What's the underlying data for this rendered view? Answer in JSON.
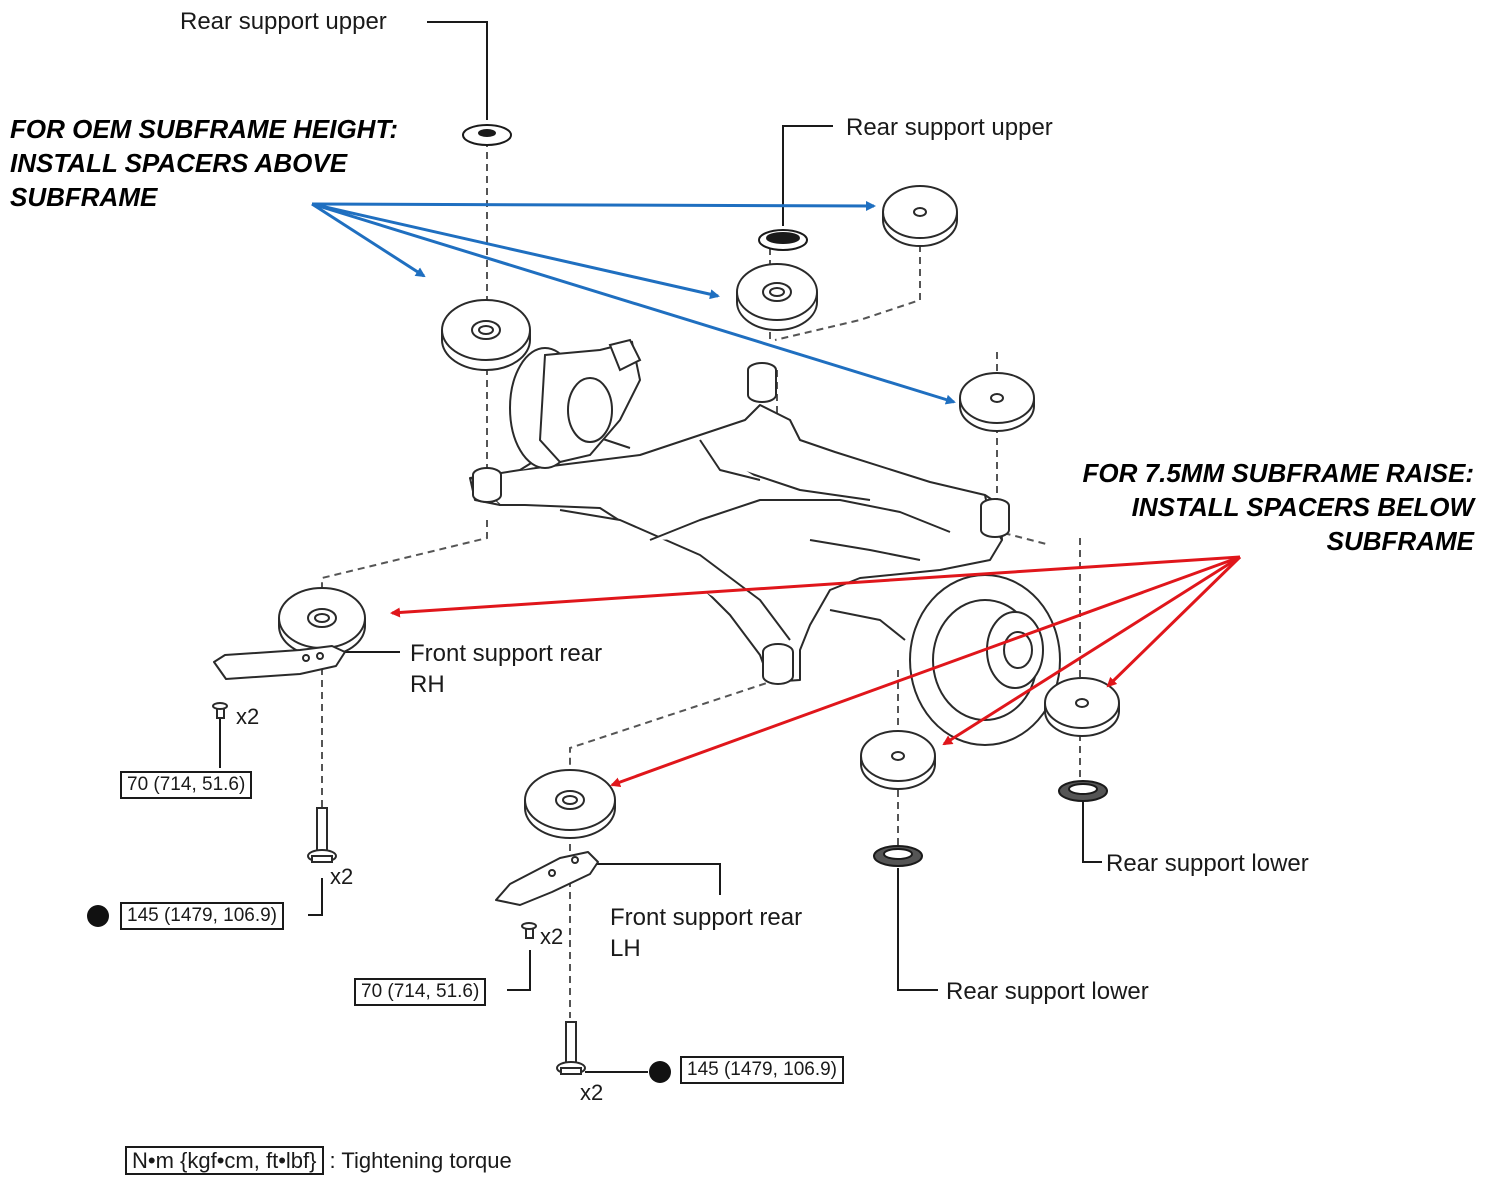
{
  "colors": {
    "oem_arrows": "#1f6fc0",
    "raise_arrows": "#e0161b",
    "line": "#1a1a1a"
  },
  "annotations": {
    "oem": {
      "lines": [
        "FOR OEM SUBFRAME HEIGHT:",
        "INSTALL SPACERS ABOVE",
        "SUBFRAME"
      ]
    },
    "raise": {
      "lines": [
        "FOR 7.5MM SUBFRAME RAISE:",
        "INSTALL SPACERS BELOW",
        "SUBFRAME"
      ]
    }
  },
  "labels": {
    "rear_support_upper": "Rear support upper",
    "front_support_rear_rh": [
      "Front support rear",
      "RH"
    ],
    "front_support_rear_lh": [
      "Front support rear",
      "LH"
    ],
    "rear_support_lower": "Rear support lower"
  },
  "torques": {
    "bracket_bolt": "70 (714, 51.6)",
    "main_bolt": "145 (1479, 106.9)"
  },
  "quantity": "x2",
  "legend": {
    "unit": "N•m {kgf•cm, ft•lbf}",
    "description": ": Tightening torque"
  }
}
